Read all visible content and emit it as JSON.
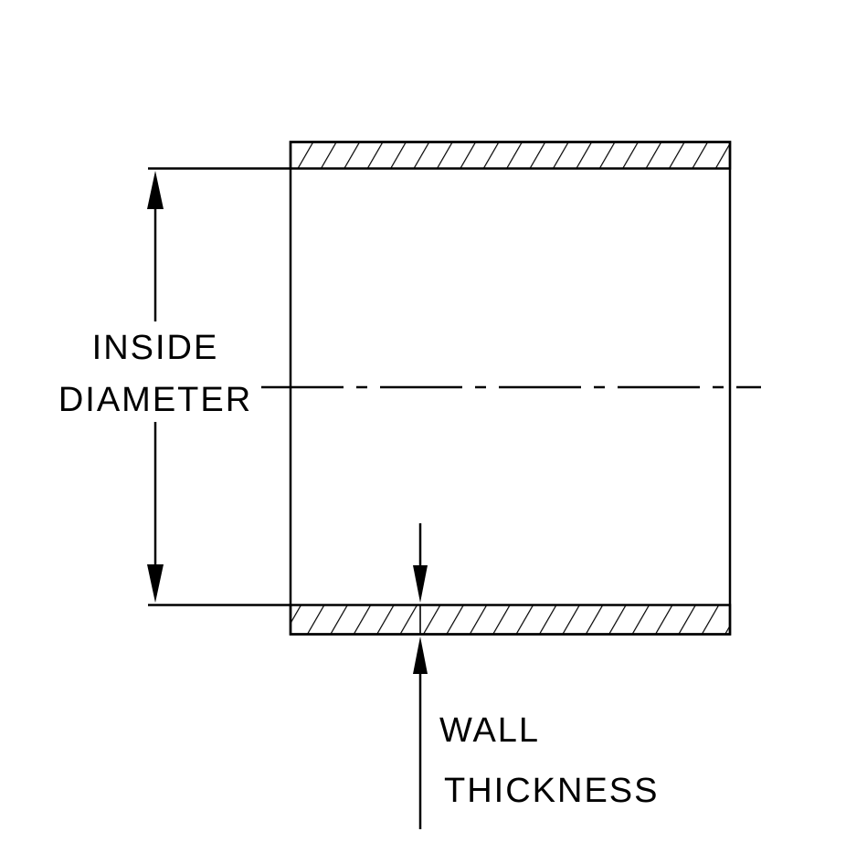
{
  "diagram": {
    "labels": {
      "inside_diameter_line1": "INSIDE",
      "inside_diameter_line2": "DIAMETER",
      "wall_thickness_line1": "WALL",
      "wall_thickness_line2": "THICKNESS"
    },
    "colors": {
      "line": "#000000",
      "background": "#ffffff"
    }
  }
}
